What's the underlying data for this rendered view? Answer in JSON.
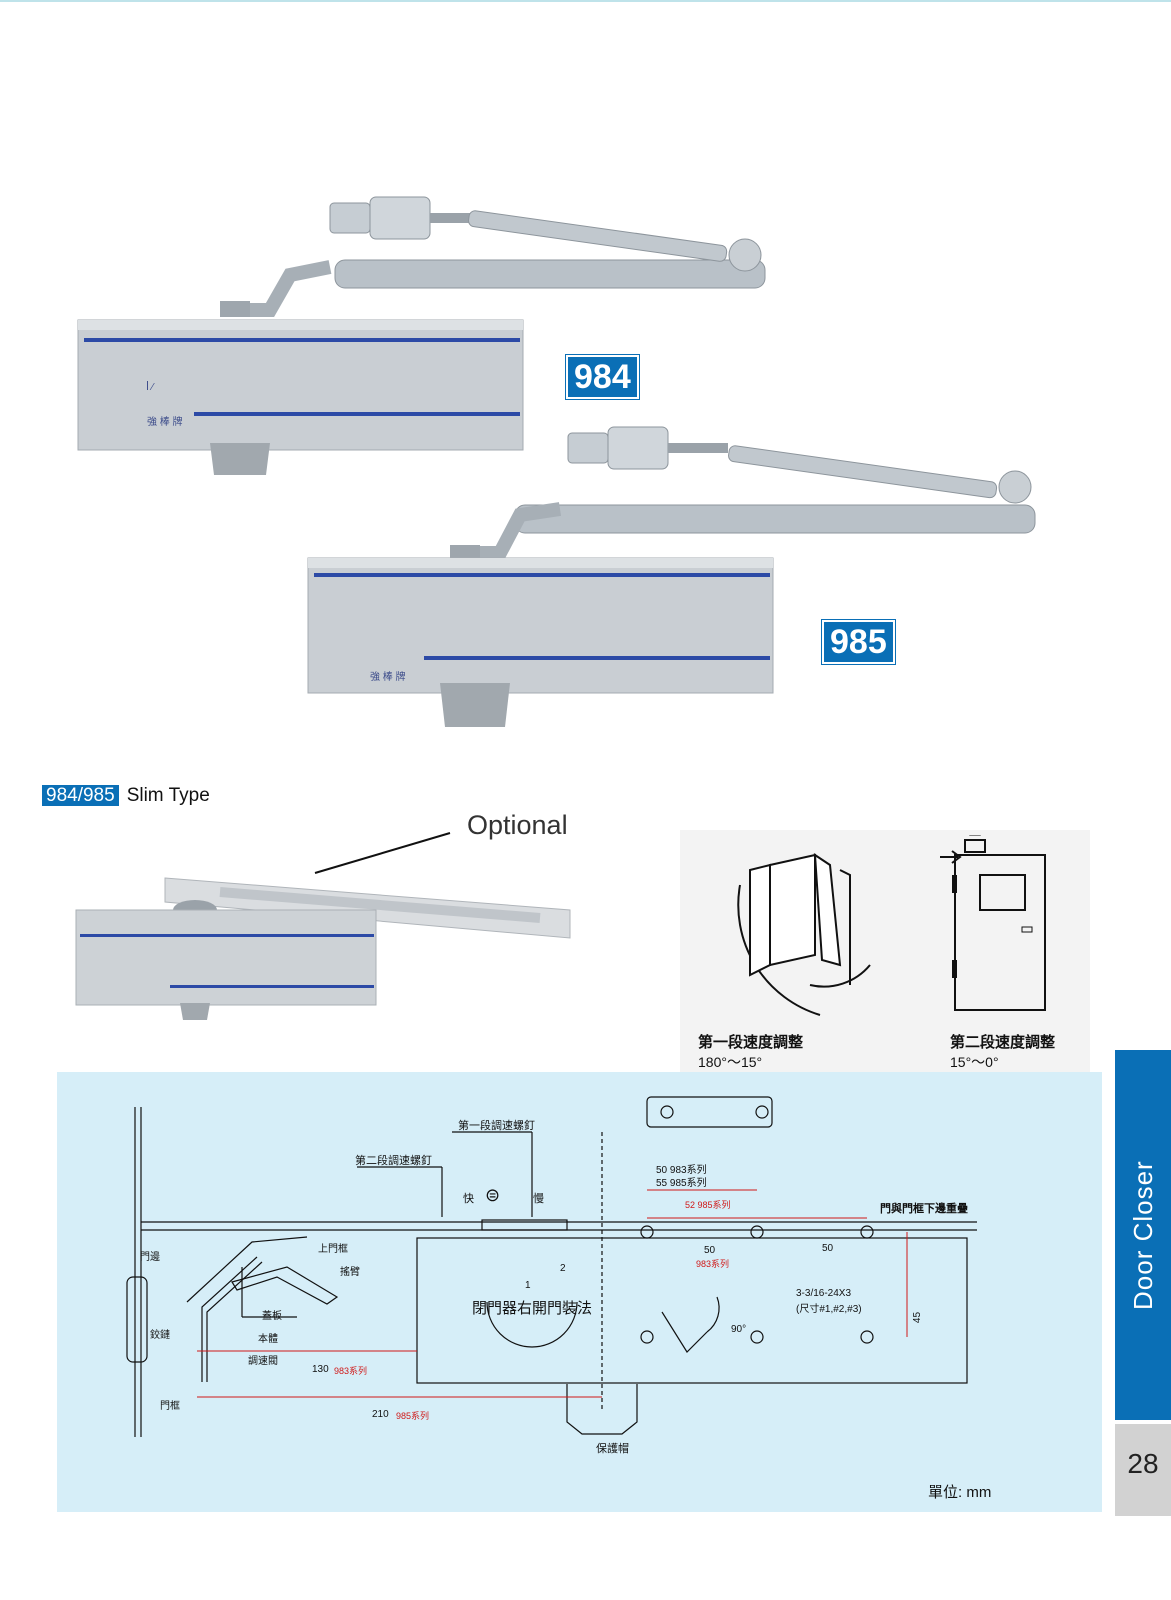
{
  "products": {
    "badge_984": "984",
    "badge_985": "985",
    "closer_logo": "強 棒 牌"
  },
  "slim": {
    "tag": "984/985",
    "label": "Slim Type"
  },
  "optional_label": "Optional",
  "speed": {
    "first_label": "第一段速度調整",
    "first_range": "180°～15°",
    "second_label": "第二段速度調整",
    "second_range": "15°～0°"
  },
  "diagram": {
    "first_screw": "第一段調速螺釘",
    "second_screw": "第二段調速螺釘",
    "fast": "快",
    "slow": "慢",
    "dim_50_983": "50  983系列",
    "dim_55_985": "55  985系列",
    "dim_52_985": "52  985系列",
    "overlap": "門與門框下邊重疊",
    "door_edge": "門邊",
    "upper_frame": "上門框",
    "arm": "搖臂",
    "cover": "蓋板",
    "body": "本體",
    "valve": "調速閥",
    "hinge": "鉸鏈",
    "frame": "門框",
    "dim_50": "50",
    "dim_983_series": "983系列",
    "dim_50_right": "50",
    "screw_spec": "3-3/16-24X3",
    "screw_note": "(尺寸#1,#2,#3)",
    "install_title": "閉門器右開門裝法",
    "angle": "90°",
    "dim_45": "45",
    "dim_130": "130",
    "dim_130_series": "983系列",
    "dim_210": "210",
    "dim_210_series": "985系列",
    "cap": "保護帽",
    "num_1": "1",
    "num_2": "2"
  },
  "side_tab": "Door Closer",
  "page_number": "28",
  "unit": "單位:  mm",
  "colors": {
    "accent": "#0a6fb6",
    "diagram_bg": "#d6eef8",
    "dim_red": "#d01818"
  }
}
